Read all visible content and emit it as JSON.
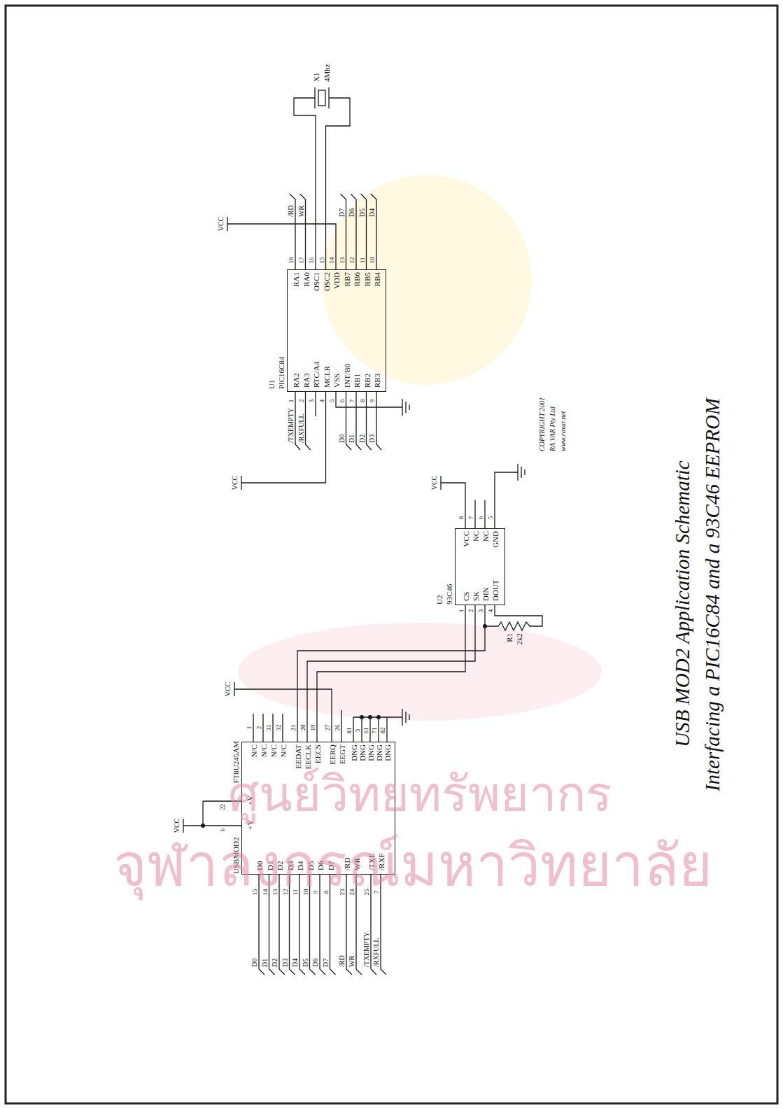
{
  "diagram": {
    "title": "USB MOD2 Application Schematic",
    "caption": "Interfacing a PIC16C84 and a 93C46 EEPROM",
    "nodes": [
      {
        "text": [
          "USBMOD2",
          "FT8U245AM",
          "+V",
          "+V",
          "D0",
          "D1",
          "D2",
          "D3",
          "D4",
          "D5",
          "D6",
          "D7",
          "/RD",
          "WR",
          "/TXE",
          "/RXF",
          "N/C",
          "N/C",
          "N/C",
          "N/C",
          "EEDAT",
          "EECLK",
          "EECS",
          "EERQ",
          "EEGT",
          "DNG",
          "DNG",
          "DNG",
          "DNG",
          "DNG"
        ]
      },
      {
        "text": [
          "U2",
          "93C46",
          "CS",
          "SK",
          "DIN",
          "DOUT",
          "VCC",
          "NC",
          "NC",
          "GND"
        ]
      },
      {
        "text": [
          "U1",
          "PIC16C84",
          "RA2",
          "RA3",
          "RTC/A4",
          "MCLR",
          "VSS",
          "INT/B0",
          "RB1",
          "RB2",
          "RB3",
          "RA1",
          "RA0",
          "OSC1",
          "OSC2",
          "VDD",
          "RB7",
          "RB6",
          "RB5",
          "RB4"
        ]
      }
    ],
    "edges": [
      {
        "from": 0,
        "to": 1,
        "arrow": "none"
      },
      {
        "from": 0,
        "to": 1,
        "arrow": "none"
      },
      {
        "from": 0,
        "to": 1,
        "arrow": "none"
      }
    ],
    "labels": [
      "VCC",
      "6",
      "22",
      "15",
      "14",
      "13",
      "12",
      "11",
      "10",
      "9",
      "8",
      "23",
      "24",
      "25",
      "7",
      "D0",
      "D1",
      "D2",
      "D3",
      "D4",
      "D5",
      "D6",
      "D7",
      "/RD",
      "WR",
      "/TXEMPTY",
      "/RXFULL",
      "1",
      "2",
      "31",
      "32",
      "21",
      "20",
      "19",
      "27",
      "26",
      "VCC",
      "81",
      "3",
      "61",
      "71",
      "82",
      "1",
      "2",
      "3",
      "4",
      "8",
      "7",
      "6",
      "5",
      "VCC",
      "R1",
      "2k2",
      "VCC",
      "1",
      "2",
      "3",
      "4",
      "5",
      "6",
      "7",
      "8",
      "9",
      "/TXEMPTY",
      "/RXFULL",
      "D0",
      "D1",
      "D2",
      "D3",
      "18",
      "17",
      "16",
      "15",
      "14",
      "13",
      "12",
      "11",
      "10",
      "/RD",
      "WR",
      "D7",
      "D6",
      "D5",
      "D4",
      "VCC",
      "X1",
      "4Mhz",
      "COPYRIGHT 2001",
      "RA VAR Pty Ltd",
      "www.ravar.net",
      "ศูนย์วิทยทรัพยากร",
      "จุฬาลงกรณ์มหาวิทยาลัย"
    ]
  }
}
